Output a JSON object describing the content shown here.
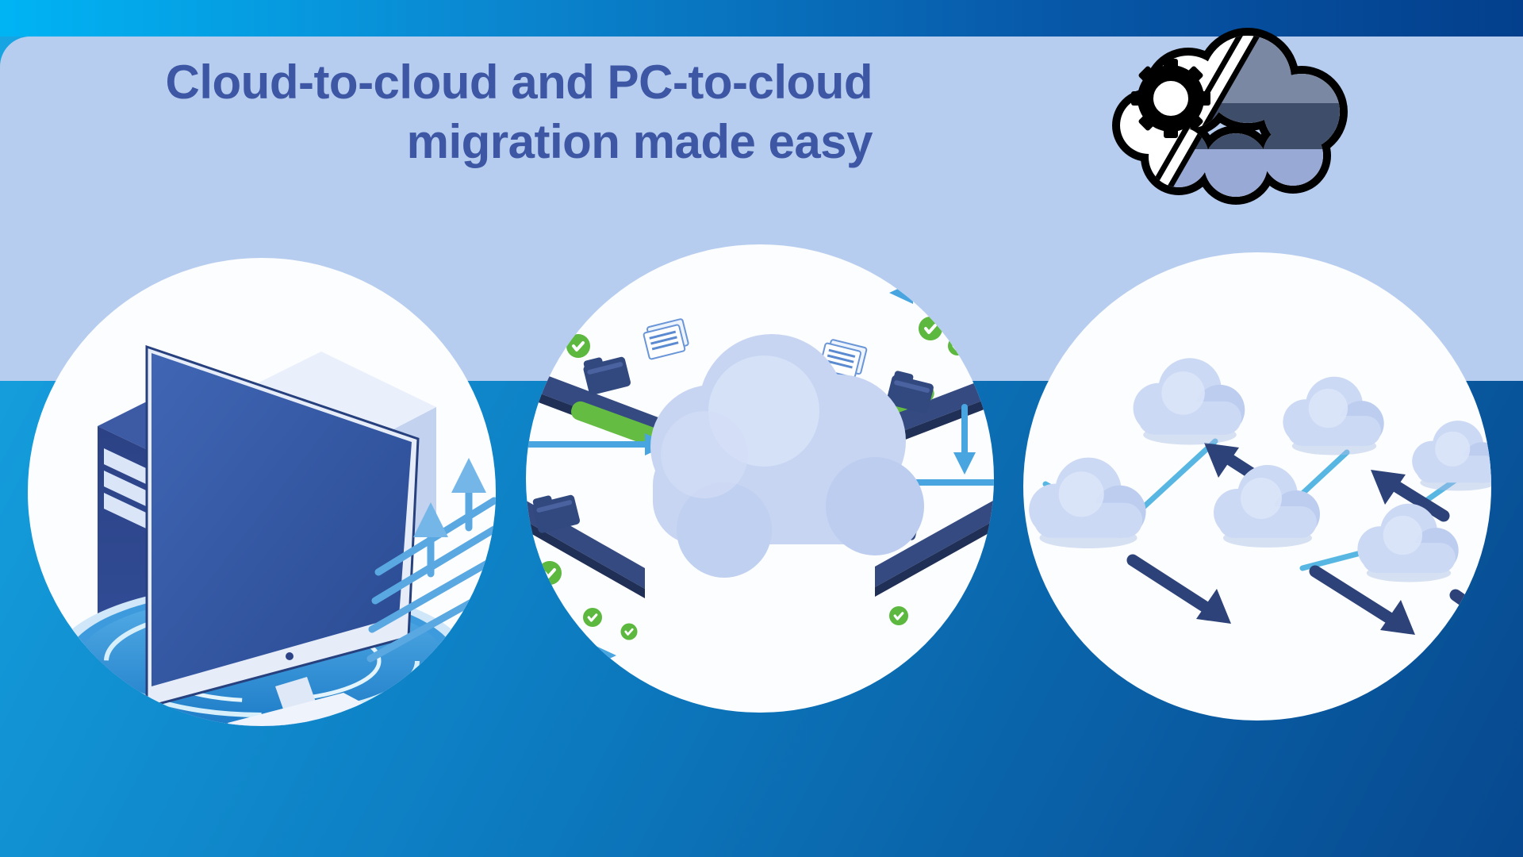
{
  "page": {
    "background": {
      "top_bar_gradient": [
        "#00b4f4",
        "#033f8c"
      ],
      "panel_color": "#b7cdf0",
      "body_gradient": [
        "#16a6e3",
        "#07488f"
      ]
    }
  },
  "header": {
    "title": {
      "line1": "Cloud-to-cloud and PC-to-cloud",
      "line2": "migration made easy",
      "color": "#3d57a4"
    },
    "logo": {
      "name": "cloud-gear-logo",
      "outline_color": "#000000",
      "stripe_colors": [
        "#7b88a3",
        "#3e4e6a",
        "#97a9d4"
      ]
    }
  },
  "illustrations": {
    "pc_to_cloud": {
      "name": "pc-upload-illustration",
      "alt": "Desktop PC and tower on a blue sync platform with upload arrows"
    },
    "cloud_hub": {
      "name": "cloud-migration-hub-illustration",
      "alt": "Central cloud with migration conveyors, folders, documents, progress bars and checkmarks"
    },
    "cloud_network": {
      "name": "cloud-to-cloud-illustration",
      "alt": "Network of clouds exchanging data with transfer arrows"
    },
    "palette": {
      "navy": "#33497f",
      "cyan": "#49a5e0",
      "green": "#5cb83e",
      "periwinkle": "#c7d5f2",
      "platform_blue": "#2f8fd8"
    }
  }
}
